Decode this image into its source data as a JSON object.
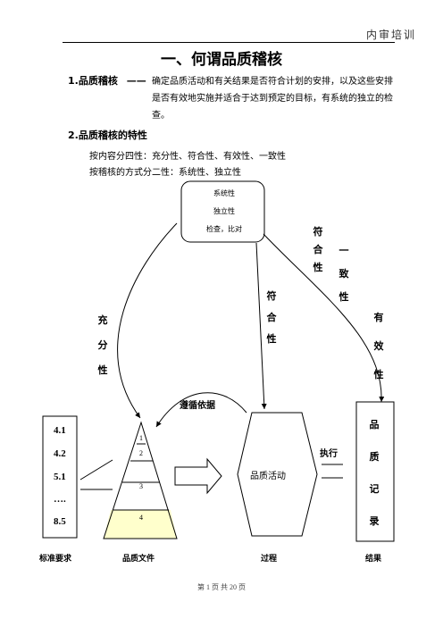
{
  "header": {
    "title": "内审培训"
  },
  "main_title": "一、何谓品质稽核",
  "section1": {
    "heading": "1.品质稽核",
    "dash": "——",
    "definition_lines": [
      "确定品质活动和有关结果是否符合计划的安排，以及这些安排",
      "是否有效地实施并适合于达到预定的目标，有系统的独立的检",
      "查。"
    ]
  },
  "section2": {
    "heading": "2.品质稽核的特性",
    "line1": "按内容分四性：充分性、符合性、有效性、一致性",
    "line2": "按稽核的方式分二性：系统性、独立性"
  },
  "diagram": {
    "top_box": [
      "系统性",
      "独立性",
      "检查，比对"
    ],
    "sufficiency": [
      "充",
      "分",
      "性"
    ],
    "conformity_right": [
      "符",
      "合",
      "性"
    ],
    "conformity_mid": [
      "符",
      "合",
      "性"
    ],
    "consistency": [
      "一",
      "致",
      "性"
    ],
    "effectiveness": [
      "有",
      "效",
      "性"
    ],
    "follow_basis": "遵循依据",
    "execute": "执行",
    "activity": "品质活动",
    "records": [
      "品",
      "质",
      "记",
      "录"
    ],
    "standard_items": [
      "4.1",
      "4.2",
      "5.1",
      "….",
      "8.5"
    ],
    "pyramid_tiers": [
      "1",
      "2",
      "3",
      "4"
    ],
    "bottom_labels": {
      "standard": "标准要求",
      "documents": "品质文件",
      "process": "过程",
      "result": "结果"
    }
  },
  "footer": "第 1 页 共 20 页",
  "colors": {
    "pyramid_base": "#ffffcc"
  }
}
